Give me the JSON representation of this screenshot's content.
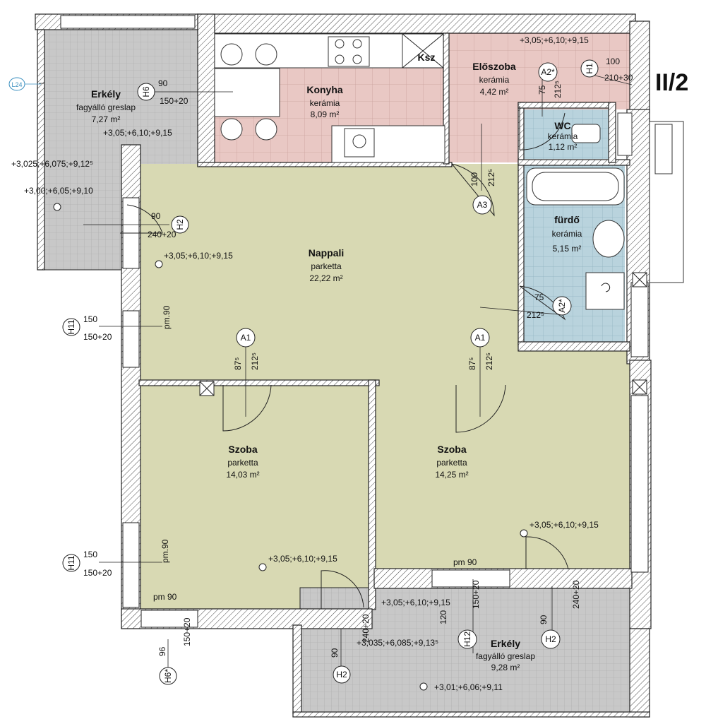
{
  "unit_code": "II/2",
  "grid_ref": "L24",
  "colors": {
    "tile_pink": "#e9c8c4",
    "tile_blue": "#b9d3dd",
    "parquet": "#d8d9b3",
    "balcony_grey": "#c8c8c8",
    "wall_hatch": "#222222"
  },
  "rooms": {
    "erkely_top": {
      "name": "Erkély",
      "floor": "fagyálló greslap",
      "area": "7,27 m²"
    },
    "konyha": {
      "name": "Konyha",
      "floor": "kerámia",
      "area": "8,09 m²"
    },
    "eloszoba": {
      "name": "Előszoba",
      "floor": "kerámia",
      "area": "4,42 m²"
    },
    "wc": {
      "name": "WC",
      "floor": "kerámia",
      "area": "1,12 m²"
    },
    "furdo": {
      "name": "fürdő",
      "floor": "kerámia",
      "area": "5,15 m²"
    },
    "nappali": {
      "name": "Nappali",
      "floor": "parketta",
      "area": "22,22 m²"
    },
    "szoba_left": {
      "name": "Szoba",
      "floor": "parketta",
      "area": "14,03 m²"
    },
    "szoba_right": {
      "name": "Szoba",
      "floor": "parketta",
      "area": "14,25 m²"
    },
    "erkely_bottom": {
      "name": "Erkély",
      "floor": "fagyálló greslap",
      "area": "9,28 m²"
    },
    "ksz": {
      "name": "Ksz"
    }
  },
  "levels": {
    "eloszoba": "+3,05;+6,10;+9,15",
    "erkely_top_a": "+3,05;+6,10;+9,15",
    "erkely_top_b": "+3,025;+6,075;+9,12⁵",
    "erkely_top_c": "+3,00;+6,05;+9,10",
    "nappali": "+3,05;+6,10;+9,15",
    "szoba_left": "+3,05;+6,10;+9,15",
    "szoba_right": "+3,05;+6,10;+9,15",
    "erkely_bottom_a": "+3,05;+6,10;+9,15",
    "erkely_bottom_b": "+3,035;+6,085;+9,13⁵",
    "erkely_bottom_c": "+3,01;+6,06;+9,11"
  },
  "tags": {
    "h1_top": "H1",
    "a2_top": "A2*",
    "h6_top": "H6",
    "h2_left": "H2",
    "a3": "A3",
    "a2_right": "A2*",
    "h11_a": "H11",
    "h11_b": "H11",
    "a1_left": "A1",
    "a1_right": "A1",
    "h6_bottom": "H6*",
    "h2_bottom": "H2",
    "h12": "H12",
    "h2_right": "H2"
  },
  "dims": {
    "h1_w": "100",
    "h1_h": "210+30",
    "a2_top_w": "75",
    "a2_top_h": "212⁵",
    "h6_w": "90",
    "h6_h": "150+20",
    "h2_left_w": "90",
    "h2_left_h": "240+20",
    "a3_w": "100",
    "a3_h": "212⁵",
    "a2_right_w": "75",
    "a2_right_h": "212⁵",
    "h11_a_w": "150",
    "h11_a_h": "150+20",
    "h11_b_w": "150",
    "h11_b_h": "150+20",
    "a1_left_w": "87⁵",
    "a1_left_h": "212⁵",
    "a1_right_w": "87⁵",
    "a1_right_h": "212⁵",
    "pm_a": "pm.90",
    "pm_b": "pm.90",
    "pm_c": "pm 90",
    "pm_d": "pm 90",
    "h6_bottom_w": "96",
    "h6_bottom_h": "150+20",
    "h2_bottom_w": "90",
    "h2_bottom_h": "240+20",
    "h12_w": "120",
    "h12_h": "150+20",
    "h2_right_w": "90",
    "h2_right_h": "240+20"
  }
}
